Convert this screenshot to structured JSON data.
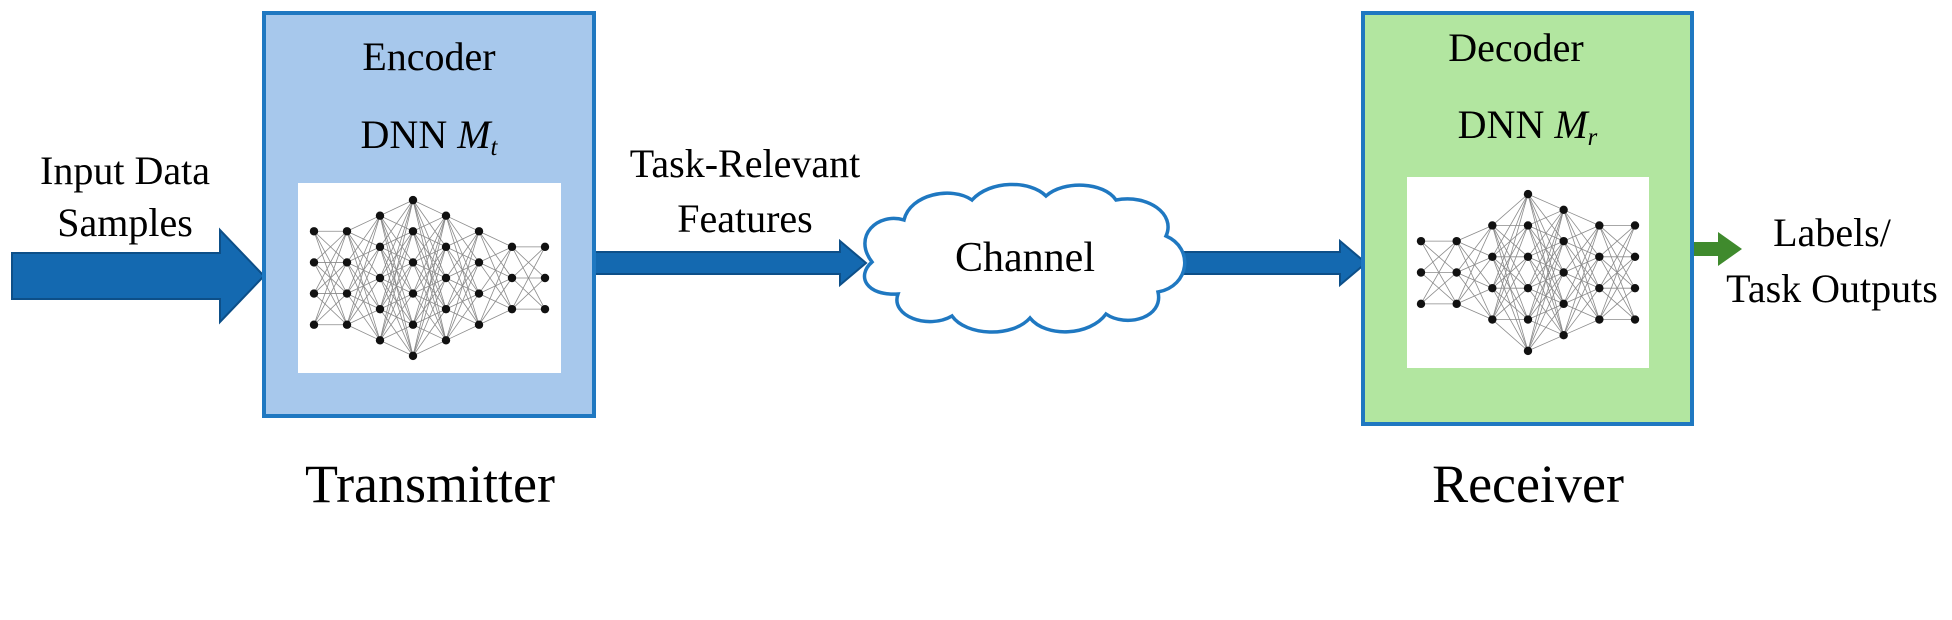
{
  "input": {
    "line1": "Input Data",
    "line2": "Samples"
  },
  "encoder": {
    "title": "Encoder",
    "dnn_prefix": "DNN ",
    "dnn_symbol": "M",
    "dnn_subscript": "t",
    "fill": "#a7c8ec"
  },
  "features": {
    "line1": "Task-Relevant",
    "line2": "Features"
  },
  "channel": {
    "label": "Channel"
  },
  "decoder": {
    "title": "Decoder",
    "dnn_prefix": "DNN ",
    "dnn_symbol": "M",
    "dnn_subscript": "r",
    "fill": "#b2e6a0"
  },
  "output": {
    "line1": "Labels/",
    "line2": "Task Outputs"
  },
  "captions": {
    "transmitter": "Transmitter",
    "receiver": "Receiver"
  },
  "colors": {
    "border": "#1f78c1",
    "arrow_blue": "#1469b0",
    "arrow_green": "#3f8a2d"
  },
  "icons": {
    "encoder_network": "neural-network-icon",
    "decoder_network": "neural-network-icon",
    "channel_shape": "cloud-icon"
  }
}
